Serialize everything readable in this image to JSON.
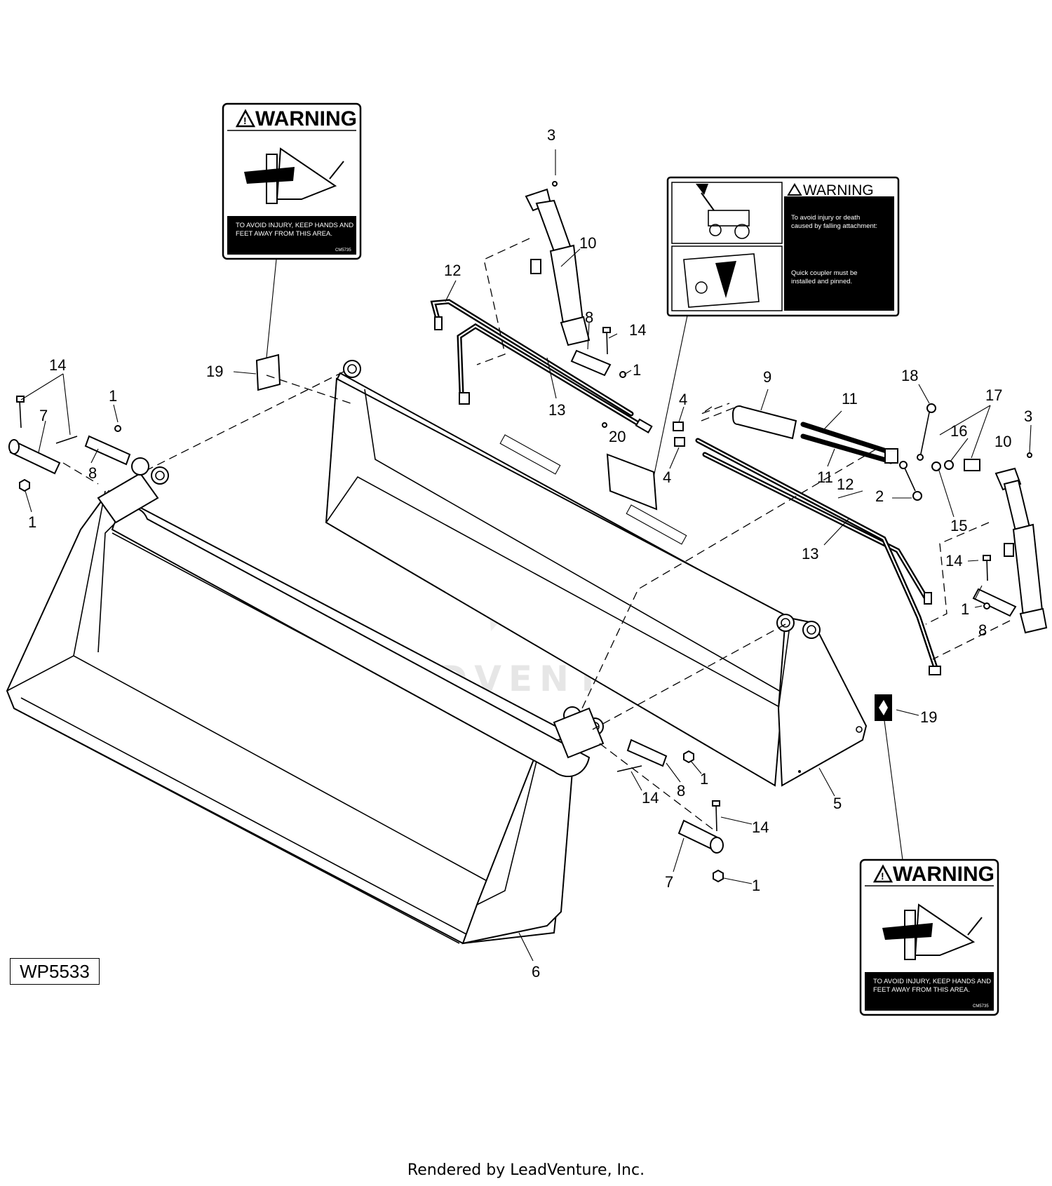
{
  "figure_id": "WP5533",
  "footer": "Rendered by LeadVenture, Inc.",
  "watermark": "LEADVENTURE",
  "decals": {
    "warning_a": {
      "title": "WARNING",
      "text_line1": "TO AVOID INJURY, KEEP HANDS AND",
      "text_line2": "FEET AWAY FROM THIS AREA.",
      "code": "CM5735"
    },
    "warning_b": {
      "title": "WARNING",
      "text_a_line1": "To avoid injury or death",
      "text_a_line2": "caused by falling attachment:",
      "text_b_line1": "Quick coupler must be",
      "text_b_line2": "installed and pinned."
    },
    "warning_c": {
      "title": "WARNING",
      "text_line1": "TO AVOID INJURY, KEEP HANDS AND",
      "text_line2": "FEET AWAY FROM THIS AREA.",
      "code": "CM5735"
    }
  },
  "callouts": {
    "c1": "1",
    "c2": "1",
    "c3": "1",
    "c4": "1",
    "c5": "1",
    "c6": "1",
    "c7": "2",
    "c8": "3",
    "c9": "3",
    "c10": "4",
    "c11": "4",
    "c12": "5",
    "c13": "6",
    "c14": "7",
    "c15": "7",
    "c16": "8",
    "c17": "8",
    "c18": "8",
    "c19": "8",
    "c20": "9",
    "c21": "10",
    "c22": "10",
    "c23": "11",
    "c24": "11",
    "c25": "12",
    "c26": "12",
    "c27": "13",
    "c28": "13",
    "c29": "14",
    "c30": "14",
    "c31": "14",
    "c32": "14",
    "c33": "14",
    "c34": "15",
    "c35": "16",
    "c36": "17",
    "c37": "18",
    "c38": "19",
    "c39": "19",
    "c40": "20"
  }
}
